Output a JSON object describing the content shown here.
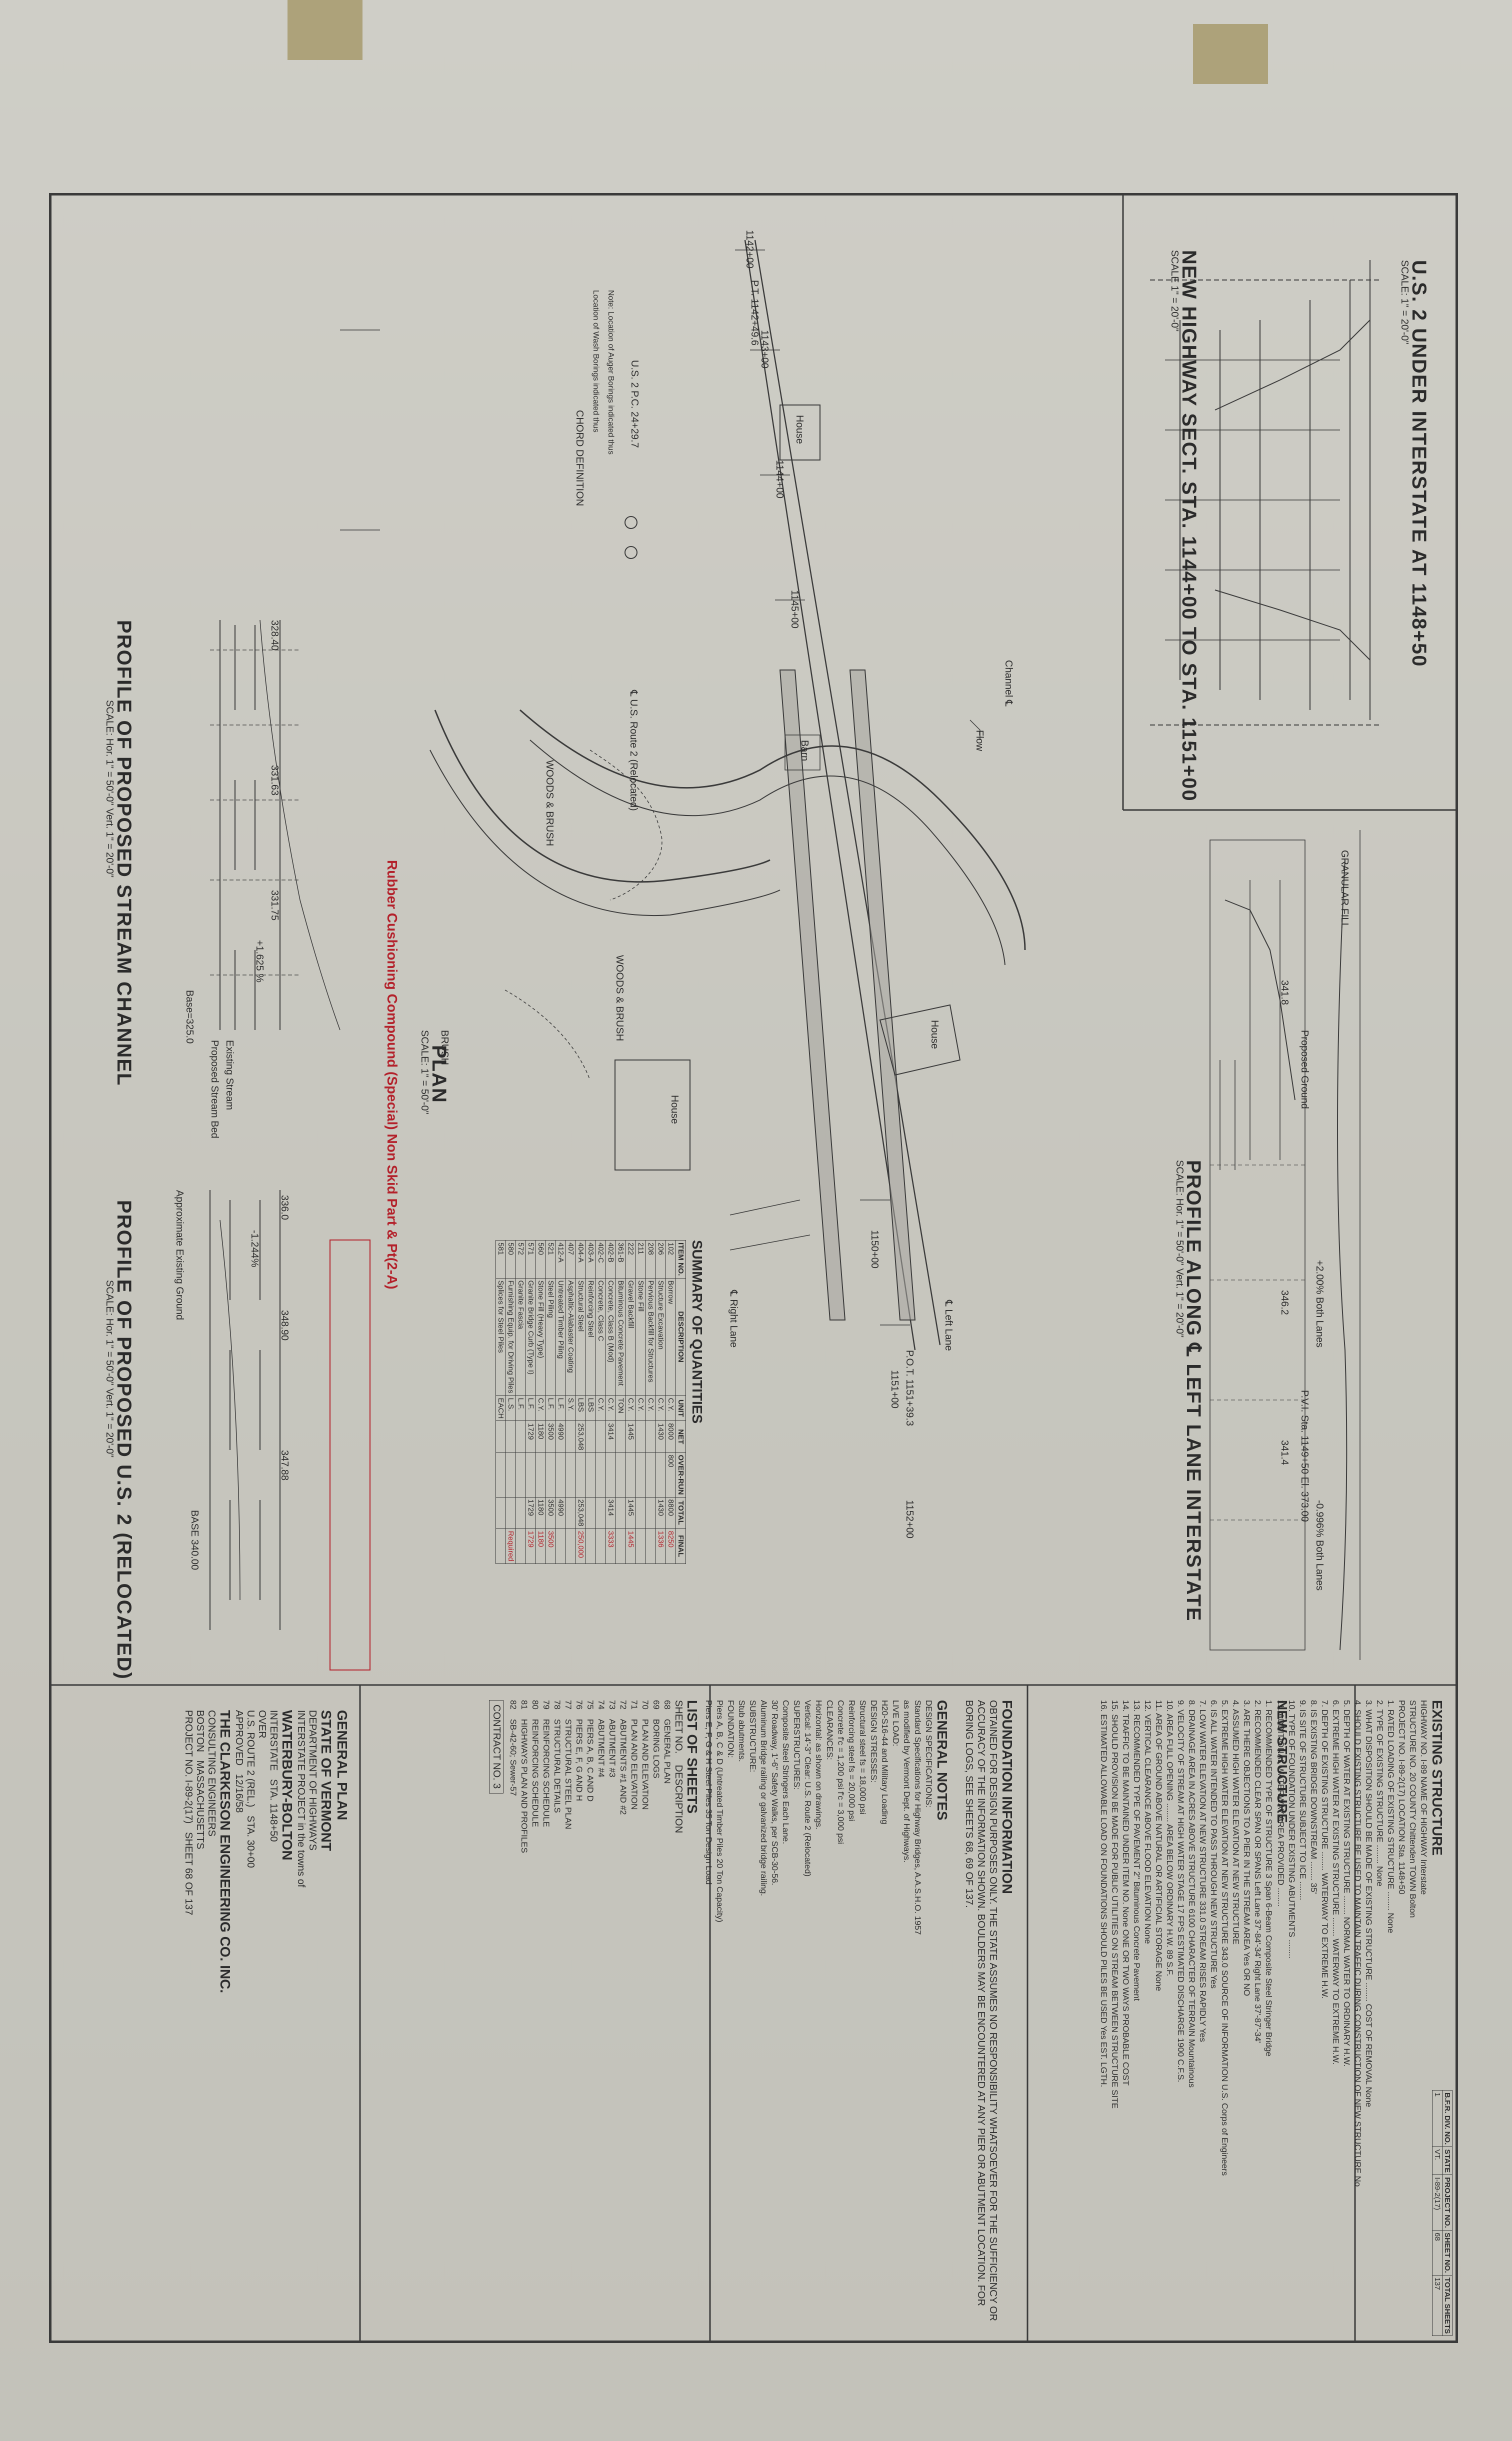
{
  "views": {
    "section_title": "U.S. 2 UNDER INTERSTATE AT 1148+50",
    "section_scale": "SCALE: 1\" = 20'-0\"",
    "new_highway_title": "NEW HIGHWAY SECT. STA. 1144+00 TO STA. 1151+00",
    "new_highway_scale": "SCALE 1\" = 20'-0\"",
    "profile_left_lane_title": "PROFILE ALONG ℄ LEFT LANE INTERSTATE",
    "profile_left_lane_scale": "SCALE: Hor. 1\" = 50'-0\"  Vert. 1\" = 20'-0\"",
    "plan_title": "PLAN",
    "plan_scale": "SCALE: 1\" = 50'-0\"",
    "stream_profile_title": "PROFILE OF PROPOSED STREAM CHANNEL",
    "stream_profile_scale": "SCALE: Hor. 1\" = 50'-0\"  Vert. 1\" = 20'-0\"",
    "us2_profile_title": "PROFILE OF PROPOSED U.S. 2 (RELOCATED)",
    "us2_profile_scale": "SCALE: Hor. 1\" = 50'-0\"  Vert. 1\" = 20'-0\""
  },
  "plan_labels": {
    "pt": "P.T. 1142+49.6",
    "pc": "U.S. 2 P.C. 24+29.7",
    "pot": "P.O.T. 1151+39.3",
    "sta_1142": "1142+00",
    "sta_1143": "1143+00",
    "sta_1144": "1144+00",
    "sta_1145": "1145+00",
    "sta_1150": "1150+00",
    "sta_1151": "1151+00",
    "sta_1152": "1152+00",
    "flow": "Flow",
    "house": "House",
    "barn": "Barn",
    "woods": "WOODS & BRUSH",
    "brush": "BRUSH",
    "channel": "Channel ℄",
    "us2_reloc": "℄ U.S. Route 2 (Relocated)",
    "auger_note": "Note: Location of Auger Borings indicated thus",
    "wash_note": "Location of Wash Borings indicated thus",
    "chord_def": "CHORD DEFINITION",
    "right_lane": "℄ Right Lane",
    "left_lane": "℄ Left Lane",
    "red_note": "Rubber Cushioning Compound (Special) Non Skid Part & Pt(2-A)"
  },
  "profile_labels": {
    "st_1": "328.40",
    "st_2": "331.63",
    "st_3": "331.75",
    "st_4": "+1.625 %",
    "st_5": "Base=325.0",
    "st_6": "Existing Stream",
    "st_7": "Proposed Stream Bed",
    "us_1": "336.0",
    "us_2": "348.90",
    "us_3": "347.88",
    "us_4": "-1.244%",
    "us_5": "BASE 340.00",
    "us_6": "Approximate Existing Ground",
    "ll_1": "+2.00% Both Lanes",
    "ll_2": "-0.996% Both Lanes",
    "ll_3": "341.8",
    "ll_4": "346.2",
    "ll_5": "341.4",
    "ll_6": "GRANULAR FILL",
    "ll_7": "Proposed Ground",
    "ll_8": "P.V.I. Sta. 1149+50  El. 373.00"
  },
  "quantities": {
    "title": "SUMMARY OF QUANTITIES",
    "headers": [
      "ITEM NO.",
      "DESCRIPTION",
      "UNIT",
      "NET",
      "OVER-RUN",
      "TOTAL",
      "FINAL"
    ],
    "rows": [
      [
        "102",
        "Borrow",
        "C.Y.",
        "8000",
        "800",
        "8800",
        "8250"
      ],
      [
        "206",
        "Structure Excavation",
        "C.Y.",
        "1430",
        "",
        "1430",
        "1336"
      ],
      [
        "208",
        "Pervious Backfill for Structures",
        "C.Y.",
        "",
        "",
        "",
        ""
      ],
      [
        "211",
        "Stone Fill",
        "C.Y.",
        "",
        "",
        "",
        ""
      ],
      [
        "222",
        "Gravel Backfill",
        "C.Y.",
        "1445",
        "",
        "1445",
        "1445"
      ],
      [
        "361-B",
        "Bituminous Concrete Pavement",
        "TON",
        "",
        "",
        "",
        ""
      ],
      [
        "402-B",
        "Concrete, Class B (Mod)",
        "C.Y.",
        "3414",
        "",
        "3414",
        "3333"
      ],
      [
        "402-C",
        "Concrete, Class C",
        "C.Y.",
        "",
        "",
        "",
        ""
      ],
      [
        "403-A",
        "Reinforcing Steel",
        "LBS",
        "",
        "",
        "",
        ""
      ],
      [
        "404-A",
        "Structural Steel",
        "LBS",
        "253,048",
        "",
        "253,048",
        "250,000"
      ],
      [
        "407",
        "Asphaltic-Alabaster Coating",
        "S.Y.",
        "",
        "",
        "",
        ""
      ],
      [
        "412-A",
        "Untreated Timber Piling",
        "L.F.",
        "4990",
        "",
        "4990",
        ""
      ],
      [
        "521",
        "Steel Piling",
        "L.F.",
        "3500",
        "",
        "3500",
        "3500"
      ],
      [
        "560",
        "Stone Fill (Heavy Type)",
        "C.Y.",
        "1180",
        "",
        "1180",
        "1180"
      ],
      [
        "571",
        "Granite Bridge Curb (Type I)",
        "L.F.",
        "1729",
        "",
        "1729",
        "1729"
      ],
      [
        "572",
        "Granite Fascia",
        "L.F.",
        "",
        "",
        "",
        ""
      ],
      [
        "580",
        "Furnishing Equip. for Driving Piles",
        "L.S.",
        "",
        "",
        "",
        "Required"
      ],
      [
        "581",
        "Splices for Steel Piles",
        "EACH",
        "",
        "",
        "",
        ""
      ]
    ]
  },
  "existing_structure": {
    "heading": "EXISTING STRUCTURE",
    "lines": [
      "HIGHWAY NO. I-89   NAME OF HIGHWAY Interstate",
      "STRUCTURE NO. 20   COUNTY Chittenden   TOWN Bolton",
      "PROJECT NO. I-89-2(17)   LOCATION Sta. 1148+50",
      "1. RATED LOADING OF EXISTING STRUCTURE ........ None",
      "2. TYPE OF EXISTING STRUCTURE ........ None",
      "3. WHAT DISPOSITION SHOULD BE MADE OF EXISTING STRUCTURE ........ COST OF REMOVAL None",
      "4. SHOULD EXISTING STRUCTURE BE USED TO MAINTAIN TRAFFIC DURING CONSTRUCTION OF NEW STRUCTURE No",
      "5. DEPTH OF WATER AT EXISTING STRUCTURE ........ NORMAL WATER TO ORDINARY H.W.",
      "6. EXTREME HIGH WATER AT EXISTING STRUCTURE ........ WATERWAY TO EXTREME H.W.",
      "7. DEPTH OF EXISTING STRUCTURE ........ WATERWAY TO EXTREME H.W.",
      "8. IS EXISTING BRIDGE DOWNSTREAM ........ 35'",
      "9. IS SITE OF STRUCTURE SUBJECT TO ICE ........",
      "10. TYPE OF FOUNDATION UNDER EXISTING ABUTMENTS ........",
      "11. ADDITIONAL WATERWAY AREA PROVIDED ........"
    ]
  },
  "new_structure": {
    "heading": "NEW STRUCTURE",
    "lines": [
      "1. RECOMMENDED TYPE OF STRUCTURE 3 Span 6-Beam Composite Steel Stringer Bridge",
      "2. RECOMMENDED CLEAR SPAN OR SPANS Left Lane 37'-84'-34'  Right Lane 37'-87'-34'",
      "3. ARE THERE OBJECTIONS TO A PIER IN THE STREAM AREA Yes OR NO",
      "4. ASSUMED HIGH WATER ELEVATION AT NEW STRUCTURE",
      "5. EXTREME HIGH WATER ELEVATION AT NEW STRUCTURE 343.0  SOURCE OF INFORMATION U.S. Corps of Engineers",
      "6. IS ALL WATER INTENDED TO PASS THROUGH NEW STRUCTURE Yes",
      "7. LOW WATER ELEVATION AT NEW STRUCTURE 331.0  STREAM RISES RAPIDLY Yes",
      "8. DRAINAGE AREA IN ACRES ABOVE STRUCTURE 6100  CHARACTER OF TERRAIN Mountainous",
      "9. VELOCITY OF STREAM AT HIGH WATER STAGE 17 FPS  ESTIMATED DISCHARGE 1900 C.F.S.",
      "10. AREA FULL OPENING ........ AREA BELOW ORDINARY H.W. 89 S.F.",
      "11. AREA OF GROUND ABOVE NATURAL OR ARTIFICIAL STORAGE None",
      "12. VERTICAL CLEARANCE ABOVE FLOOD ELEVATION None",
      "13. RECOMMENDED TYPE OF PAVEMENT 2\" Bituminous Concrete Pavement",
      "14. TRAFFIC TO BE MAINTAINED UNDER ITEM NO. None  ONE OR TWO WAYS  PROBABLE COST",
      "15. SHOULD PROVISION BE MADE FOR PUBLIC UTILITIES  ON STREAM  BETWEEN STRUCTURE SITE",
      "16. ESTIMATED ALLOWABLE LOAD ON FOUNDATIONS  SHOULD PILES BE USED Yes  EST. LGTH."
    ]
  },
  "foundation": {
    "heading": "FOUNDATION INFORMATION",
    "text": "OBTAINED FOR DESIGN PURPOSES ONLY. THE STATE ASSUMES NO RESPONSIBILITY WHATSOEVER FOR THE SUFFICIENCY OR ACCURACY OF THE INFORMATION SHOWN. BOULDERS MAY BE ENCOUNTERED AT ANY PIER OR ABUTMENT LOCATION. FOR BORING LOGS, SEE SHEETS 68, 69 OF 137."
  },
  "general_notes": {
    "heading": "GENERAL NOTES",
    "lines": [
      "DESIGN SPECIFICATIONS:",
      "Standard Specifications for Highway Bridges, A.A.S.H.O. 1957",
      "as modified by Vermont Dept. of Highways.",
      "LIVE LOAD:",
      "H20-S16-44 and Military Loading",
      "DESIGN STRESSES:",
      "Structural steel fs = 18,000 psi",
      "Reinforcing steel fs = 20,000 psi",
      "Concrete f'c = 1,200 psi  f'c = 3,000 psi",
      "CLEARANCES:",
      "Horizontal: as shown on drawings.",
      "Vertical: 14'-3\" Clear: U.S. Route 2 (Relocated)",
      "SUPERSTRUCTURES:",
      "Composite Steel Stringers Each Lane.",
      "30' Roadway, 1'-6\" Safety Walks, per SCB-30-56.",
      "Aluminum Bridge railing or galvanized bridge railing.",
      "SUBSTRUCTURE:",
      "Stub abutments.",
      "FOUNDATION:",
      "Piers A, B, C & D (Untreated Timber Piles 20 Ton Capacity)",
      "Piers E, F, G & H Steel Piles 35 Ton Design Load"
    ]
  },
  "list_of_sheets": {
    "heading": "LIST OF SHEETS",
    "col_sheet": "SHEET NO.",
    "col_desc": "DESCRIPTION",
    "contract": "CONTRACT NO. 3",
    "rows": [
      [
        "68",
        "GENERAL PLAN"
      ],
      [
        "69",
        "BORING LOGS"
      ],
      [
        "70",
        "PLAN AND ELEVATION"
      ],
      [
        "71",
        "PLAN AND ELEVATION"
      ],
      [
        "72",
        "ABUTMENTS #1 AND #2"
      ],
      [
        "73",
        "ABUTMENT #3"
      ],
      [
        "74",
        "ABUTMENT #4"
      ],
      [
        "75",
        "PIERS A, B, C AND D"
      ],
      [
        "76",
        "PIERS E, F, G AND H"
      ],
      [
        "77",
        "STRUCTURAL STEEL PLAN"
      ],
      [
        "78",
        "STRUCTURAL DETAILS"
      ],
      [
        "79",
        "REINFORCING SCHEDULE"
      ],
      [
        "80",
        "REINFORCING SCHEDULE"
      ],
      [
        "81",
        "HIGHWAYS PLAN AND PROFILES"
      ],
      [
        "82",
        "SB-42-60; Sewer-57"
      ]
    ]
  },
  "title_block": {
    "general_plan": "GENERAL PLAN",
    "state": "STATE OF VERMONT",
    "dept": "DEPARTMENT OF HIGHWAYS",
    "project_line": "INTERSTATE PROJECT in the towns of",
    "towns": "WATERBURY-BOLTON",
    "interstate": "INTERSTATE",
    "sta": "STA. 1148+50",
    "over": "OVER",
    "us_route": "U.S. ROUTE 2 (REL.)",
    "sta2": "STA. 30+00",
    "approved": "APPROVED",
    "date": "12/16/58",
    "firm": "THE CLARKESON ENGINEERING CO. INC.",
    "firm_sub": "CONSULTING ENGINEERS",
    "city": "BOSTON",
    "state_abbr": "MASSACHUSETTS",
    "project_no": "PROJECT NO. I-89-2(17)",
    "sheet": "SHEET 68 OF 137"
  },
  "revision_table": {
    "headers": [
      "STATE",
      "PROJECT NO.",
      "SHEET NO.",
      "TOTAL SHEETS"
    ],
    "values": [
      "VT.",
      "I-89-2(17)",
      "68",
      "137"
    ],
    "bfr": "B.F.R. DIV. NO.",
    "div": "1"
  },
  "colors": {
    "paper": "#c9c8c0",
    "ink": "#2b2b2b",
    "red_ink": "#b3202a",
    "tape": "#a79a6c"
  }
}
